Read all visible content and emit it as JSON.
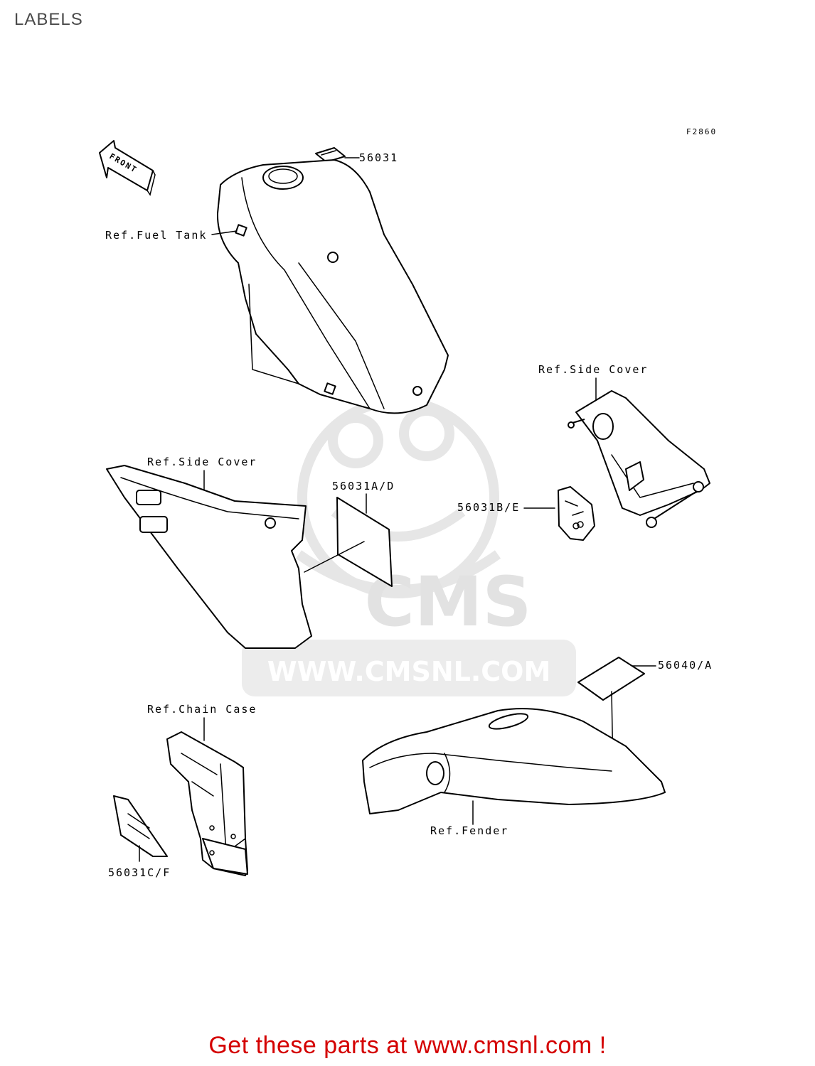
{
  "page": {
    "title": "LABELS",
    "figure_code": "F2860",
    "footer": "Get these parts at www.cmsnl.com !"
  },
  "watermark": {
    "brand": "CMS",
    "url": "WWW.CMSNL.COM"
  },
  "direction": {
    "label": "FRONT"
  },
  "callouts": {
    "tank_label": "56031",
    "fuel_tank": "Ref.Fuel Tank",
    "side_cover_right": "Ref.Side Cover",
    "side_cover_left": "Ref.Side Cover",
    "label_a_d": "56031A/D",
    "label_b_e": "56031B/E",
    "fender_label": "56040/A",
    "chain_case": "Ref.Chain Case",
    "fender": "Ref.Fender",
    "label_c_f": "56031C/F"
  },
  "colors": {
    "footer_text": "#d40000",
    "watermark": "#e2e2e2",
    "line_art": "#000000"
  }
}
